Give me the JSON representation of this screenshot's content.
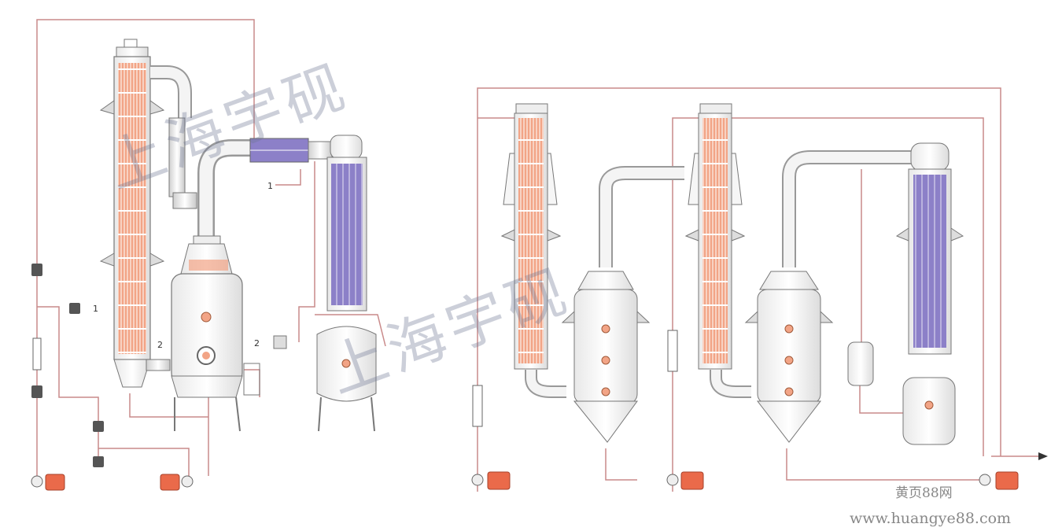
{
  "watermark": "上海宇砚",
  "labels": {
    "port_1": "1",
    "port_2": "2"
  },
  "site": {
    "name_cn": "黄页88网",
    "url": "www.huangye88.com"
  },
  "colors": {
    "pipe": "#c98a8a",
    "shell_stroke": "#777777",
    "tube_orange": "#f2a486",
    "tube_purple": "#8c80c8",
    "motor": "#ea6a4a",
    "watermark": "#6f7794"
  }
}
